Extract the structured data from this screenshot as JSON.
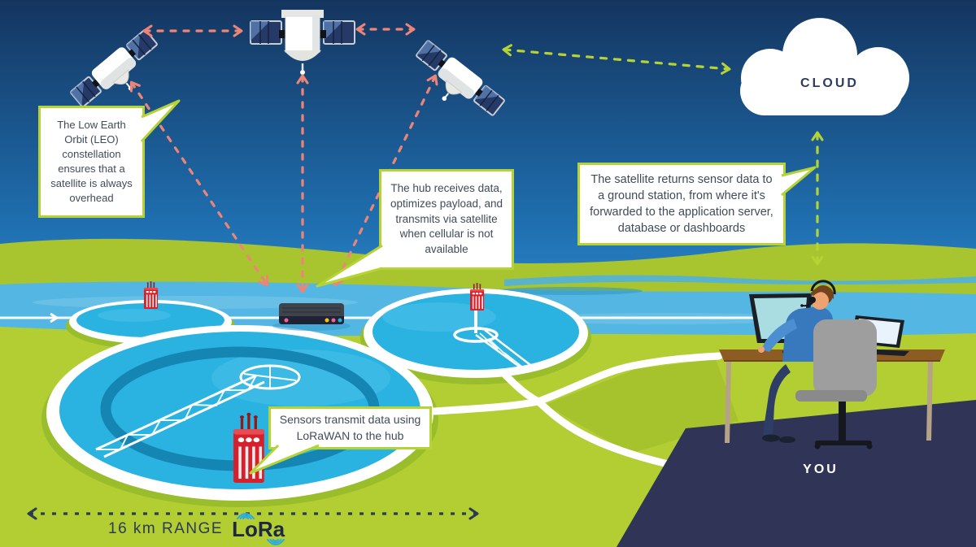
{
  "meta": {
    "title": "LoRaWAN satellite IoT connectivity infographic"
  },
  "callouts": {
    "leo": "The Low Earth Orbit (LEO) constellation ensures that a satellite is always overhead",
    "hub": "The hub receives data, optimizes payload, and transmits via satellite when cellular is not available",
    "satellite_return": "The satellite returns sensor data to a ground station, from where it's forwarded to the application server, database or dashboards",
    "sensors": "Sensors transmit data using LoRaWAN to the hub"
  },
  "labels": {
    "cloud": "CLOUD",
    "you": "YOU",
    "range": "16 km RANGE",
    "lora_logo": "LoRa"
  },
  "scene": {
    "satellite_count": 3,
    "sensor_count": 3,
    "tank_count": 3,
    "elements": [
      "LEO satellites",
      "cloud",
      "water treatment tanks",
      "LoRaWAN sensors",
      "satellite hub",
      "operator at desk"
    ]
  },
  "colors": {
    "sky_top": "#14355f",
    "sky_bottom": "#2b84c6",
    "hill_green": "#a8c42e",
    "ground_green": "#b2ce33",
    "river_blue": "#54b6e2",
    "tank_water": "#2ab2e1",
    "tank_ring": "#1586b4",
    "sensor_red": "#d6202b",
    "hub_dark": "#3f434b",
    "arrow_pink": "#ee8478",
    "arrow_green": "#b5d334",
    "arrow_navy": "#2c3a54",
    "wedge_navy": "#303457",
    "callout_border": "#b5d334",
    "callout_text": "#414b59",
    "lora_blue": "#29abe2"
  }
}
